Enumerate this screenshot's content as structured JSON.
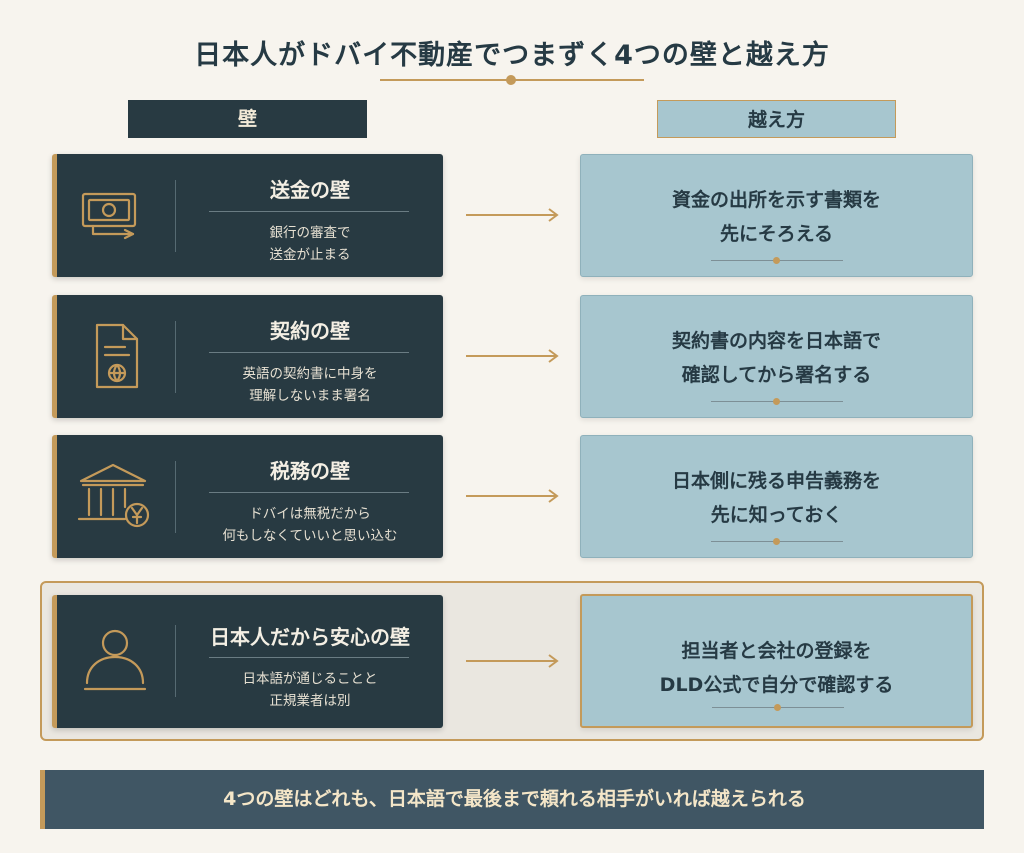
{
  "title": "日本人がドバイ不動産でつまずく4つの壁と越え方",
  "columns": {
    "left": "壁",
    "right": "越え方"
  },
  "rows": [
    {
      "title": "送金の壁",
      "desc1": "銀行の審査で",
      "desc2": "送金が止まる",
      "icon": "money-transfer-icon",
      "sol1": "資金の出所を示す書類を",
      "sol2": "先にそろえる"
    },
    {
      "title": "契約の壁",
      "desc1": "英語の契約書に中身を",
      "desc2": "理解しないまま署名",
      "icon": "contract-document-icon",
      "sol1": "契約書の内容を日本語で",
      "sol2": "確認してから署名する"
    },
    {
      "title": "税務の壁",
      "desc1": "ドバイは無税だから",
      "desc2": "何もしなくていいと思い込む",
      "icon": "bank-yen-icon",
      "sol1": "日本側に残る申告義務を",
      "sol2": "先に知っておく"
    },
    {
      "title": "日本人だから安心の壁",
      "desc1": "日本語が通じることと",
      "desc2": "正規業者は別",
      "icon": "person-icon",
      "sol1": "担当者と会社の登録を",
      "sol2": "DLD公式で自分で確認する"
    }
  ],
  "footer": "4つの壁はどれも、日本語で最後まで頼れる相手がいれば越えられる",
  "colors": {
    "navy": "#283a42",
    "gold": "#c49a5a",
    "lightblue": "#a7c6cf",
    "background": "#f7f4ee"
  }
}
